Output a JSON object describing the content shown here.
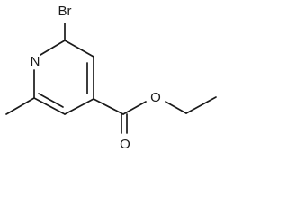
{
  "molecule": {
    "atoms": {
      "bromine": "Br",
      "nitrogen": "N",
      "ester_carbonyl_oxygen": "O",
      "ester_ether_oxygen": "O"
    },
    "colors": {
      "bond": "#1a1a1a",
      "label": "#1a1a1a",
      "background": "#ffffff"
    }
  }
}
